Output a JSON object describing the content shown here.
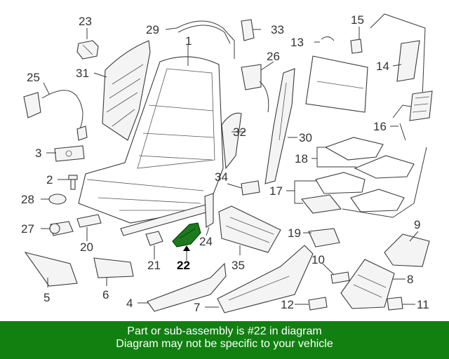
{
  "highlight_color": "#1d7a1d",
  "footer_color": "#118011",
  "callouts": [
    {
      "id": "1",
      "label": "1"
    },
    {
      "id": "2",
      "label": "2"
    },
    {
      "id": "3",
      "label": "3"
    },
    {
      "id": "4",
      "label": "4"
    },
    {
      "id": "5",
      "label": "5"
    },
    {
      "id": "6",
      "label": "6"
    },
    {
      "id": "7",
      "label": "7"
    },
    {
      "id": "8",
      "label": "8"
    },
    {
      "id": "9",
      "label": "9"
    },
    {
      "id": "10",
      "label": "10"
    },
    {
      "id": "11",
      "label": "11"
    },
    {
      "id": "12",
      "label": "12"
    },
    {
      "id": "13",
      "label": "13"
    },
    {
      "id": "14",
      "label": "14"
    },
    {
      "id": "15",
      "label": "15"
    },
    {
      "id": "16",
      "label": "16"
    },
    {
      "id": "17",
      "label": "17"
    },
    {
      "id": "18",
      "label": "18"
    },
    {
      "id": "19",
      "label": "19"
    },
    {
      "id": "20",
      "label": "20"
    },
    {
      "id": "21",
      "label": "21"
    },
    {
      "id": "22",
      "label": "22"
    },
    {
      "id": "23",
      "label": "23"
    },
    {
      "id": "24",
      "label": "24"
    },
    {
      "id": "25",
      "label": "25"
    },
    {
      "id": "26",
      "label": "26"
    },
    {
      "id": "27",
      "label": "27"
    },
    {
      "id": "28",
      "label": "28"
    },
    {
      "id": "29",
      "label": "29"
    },
    {
      "id": "30",
      "label": "30"
    },
    {
      "id": "31",
      "label": "31"
    },
    {
      "id": "32",
      "label": "32"
    },
    {
      "id": "33",
      "label": "33"
    },
    {
      "id": "34",
      "label": "34"
    },
    {
      "id": "35",
      "label": "35"
    }
  ],
  "highlighted_part": "22",
  "footer": {
    "line1": "Part or sub-assembly is #22 in diagram",
    "line2": "Diagram may not be specific to your vehicle"
  }
}
